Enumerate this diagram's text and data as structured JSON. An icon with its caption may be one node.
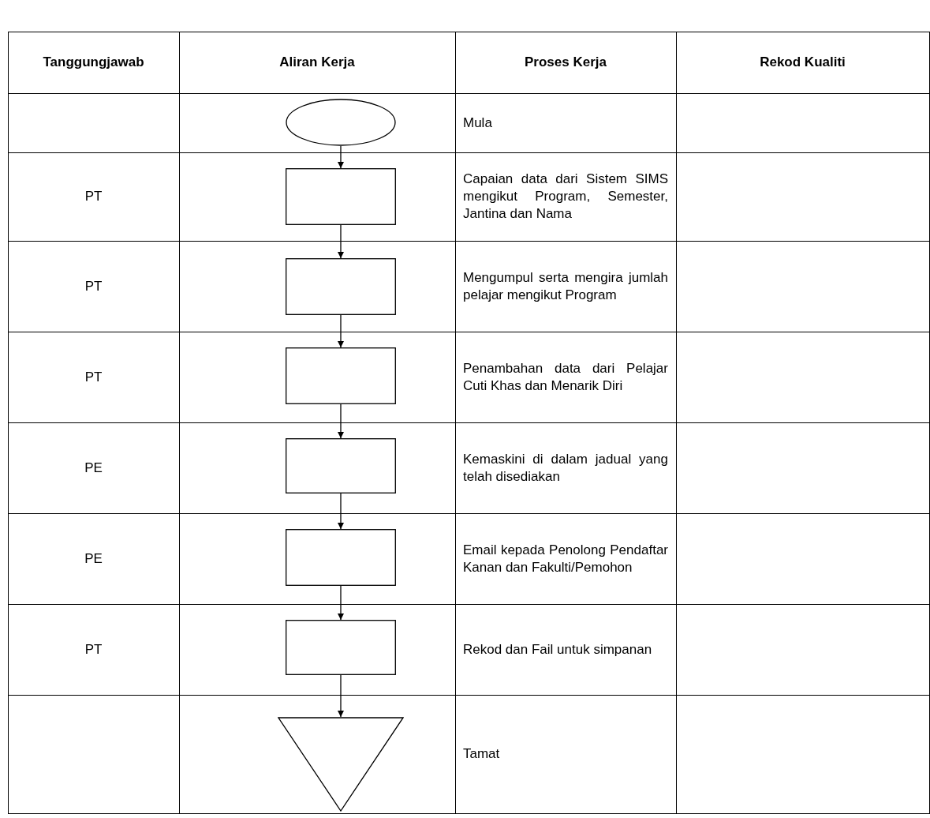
{
  "diagram": {
    "nodes": [
      {
        "text": [],
        "shape": "ellipse"
      },
      {
        "text": [],
        "shape": "box"
      },
      {
        "text": [],
        "shape": "box"
      },
      {
        "text": [],
        "shape": "box"
      },
      {
        "text": [],
        "shape": "box"
      },
      {
        "text": [],
        "shape": "box"
      },
      {
        "text": [],
        "shape": "box"
      },
      {
        "text": [],
        "shape": "triangle"
      }
    ],
    "edges": [
      {
        "from": 0,
        "to": 1,
        "arrow": "to"
      },
      {
        "from": 1,
        "to": 2,
        "arrow": "to"
      },
      {
        "from": 2,
        "to": 3,
        "arrow": "to"
      },
      {
        "from": 3,
        "to": 4,
        "arrow": "to"
      },
      {
        "from": 4,
        "to": 5,
        "arrow": "to"
      },
      {
        "from": 5,
        "to": 6,
        "arrow": "to"
      },
      {
        "from": 6,
        "to": 7,
        "arrow": "to"
      }
    ],
    "labels": [
      "Tanggungjawab",
      "Aliran Kerja",
      "Proses Kerja",
      "Rekod Kualiti",
      "Mula",
      "PT",
      "Capaian data dari Sistem SIMS mengikut Program, Semester, Jantina dan Nama",
      "PT",
      "Mengumpul serta mengira jumlah pelajar mengikut Program",
      "PT",
      "Penambahan data dari Pelajar Cuti Khas dan Menarik Diri",
      "PE",
      "Kemaskini di dalam jadual yang telah disediakan",
      "PE",
      "Email kepada Penolong Pendaftar Kanan dan Fakulti/Pemohon",
      "PT",
      "Rekod dan Fail untuk simpanan",
      "Tamat"
    ]
  }
}
